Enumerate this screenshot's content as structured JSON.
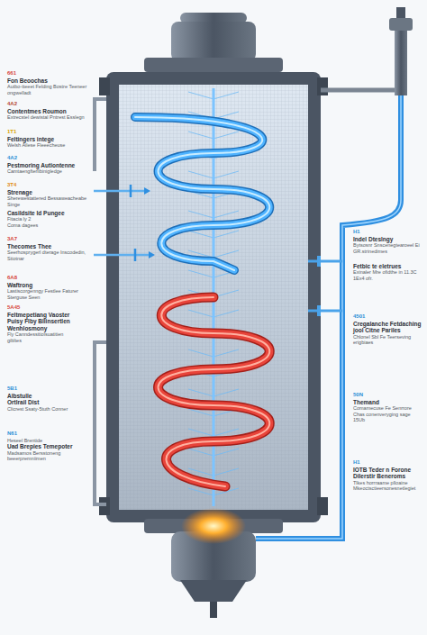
{
  "diagram": {
    "labels": [
      "661",
      "Fon Beoochas",
      "Autbo-tteeet Felding Bostre Teeneer ongwelladt",
      "4A2",
      "Contentmes Roumon",
      "Extrecstel dewistal Pntrest Esslegn",
      "1T1",
      "Feltingers intege",
      "Welsh Ailese Fleeecheuse",
      "4A2",
      "Pestmoring Autiontenne",
      "Camtaengfterlibinigledge",
      "3T4",
      "Strenage",
      "Sherewestattered Bessaweacheabe Singe",
      "Casildsite Id Pungee",
      "Fitacia ly 2",
      "Coma dagees",
      "3A7",
      "Thecomes Thee",
      "Seerhosprygerl dterage Inscodedin, Stiotnar",
      "6A8",
      "Waftrong",
      "Lastiscorgenngy Festlee Faturer Sterguse Seen",
      "5A45",
      "Feltmepetiang Vaoster",
      "Puisy Flby Bllinsertlen",
      "Wenhlosmony",
      "Fly Canndessitiolsuatitien",
      "gibltes",
      "5B1",
      "Albstulle",
      "Ortlrail Dist",
      "Clicrest Ssaty-5tuth Conner",
      "N61",
      "Heseel Brentide",
      "Uad Brepies Temepoter",
      "Madsamos Bersstoneng beeerpremniimen",
      "H1",
      "Indel Dteslngy",
      "Bytsosnr Snscenegtearoeel Ei GR.strinedimes",
      "Fetbic te eletrues",
      "Exinaler Mre ofidthe in 11.3C 1Ex4 ofr.",
      "4501",
      "Cregalanche Fetdaching",
      "jool Citne Pariles",
      "Chlonel Sbl Fe Teerseving erigbiaes",
      "50N",
      "Themand",
      "Comamecuse Fe Senrrore Chas conenveryging sage 15Ub",
      "H1",
      "IOTB Teder n Forone",
      "Dilerstir Beneroms",
      "Tlkes horrraame plloaine Mkeoctsctieersonesnetlegiet"
    ]
  }
}
